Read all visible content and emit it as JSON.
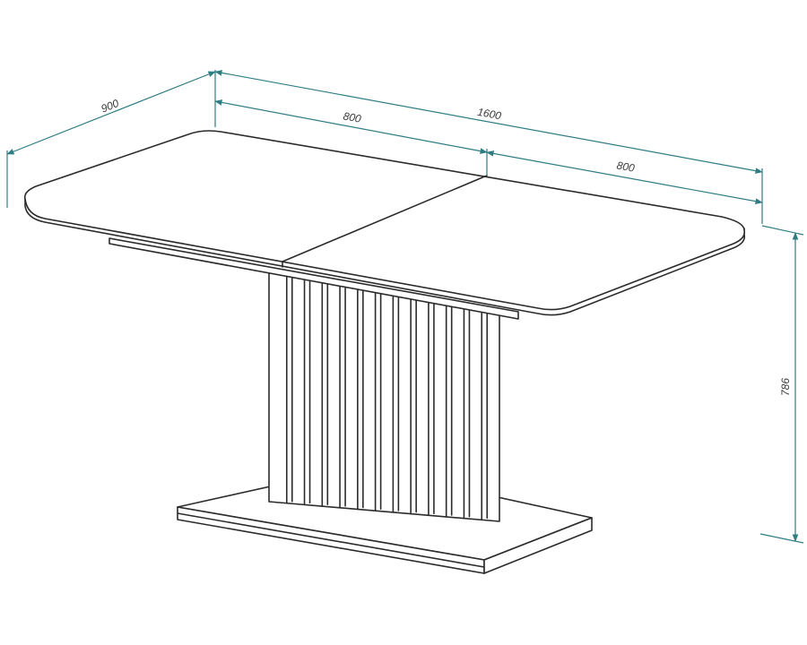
{
  "dimensions": {
    "width_total": "1600",
    "width_left": "800",
    "width_right": "800",
    "depth": "900",
    "height": "786"
  },
  "colors": {
    "outline": "#2b2b2b",
    "dimension_line": "#2e7d82",
    "background": "#ffffff"
  }
}
